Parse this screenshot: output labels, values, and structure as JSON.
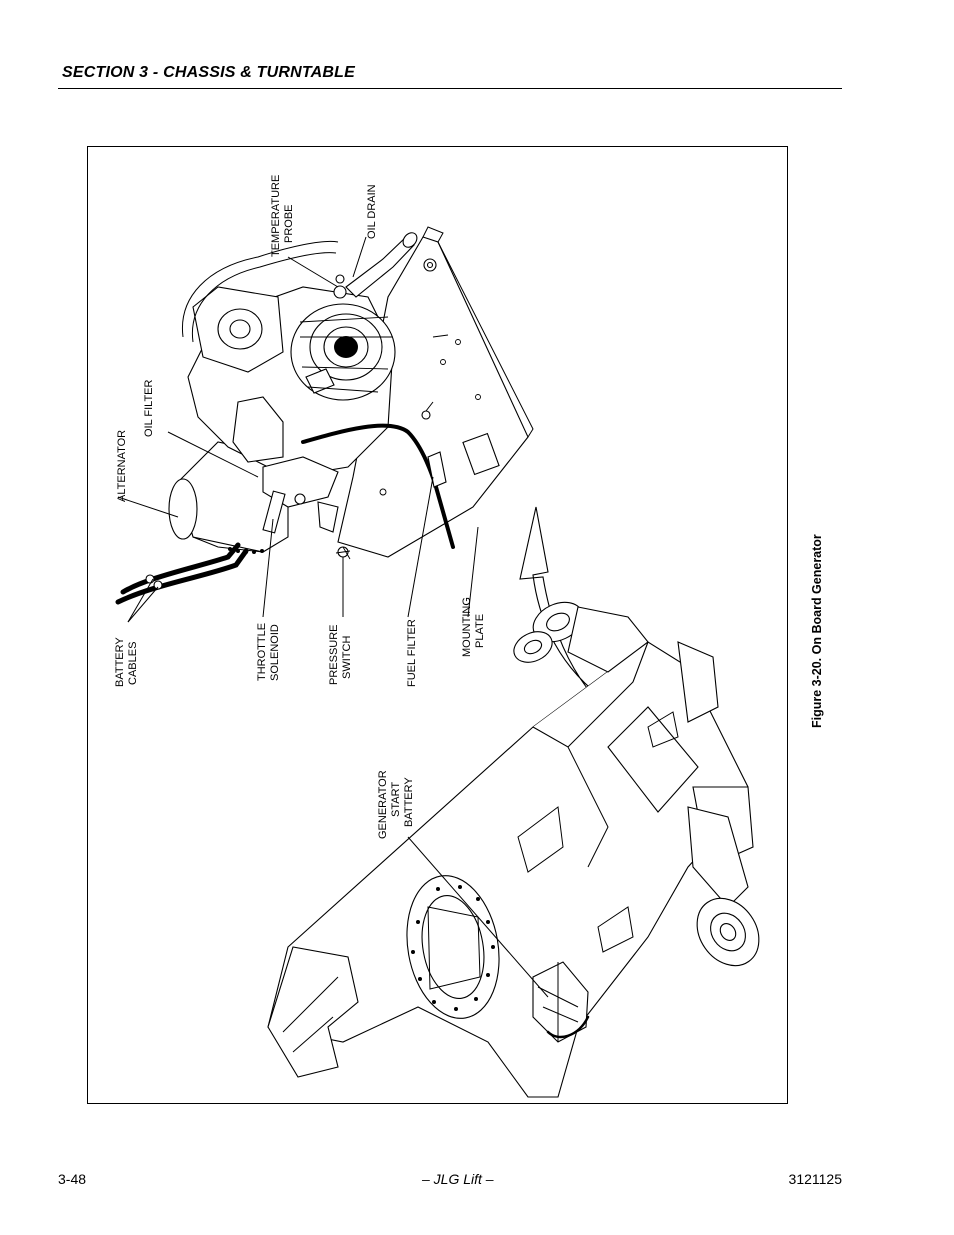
{
  "header": {
    "section_title": "SECTION 3 - CHASSIS & TURNTABLE"
  },
  "figure": {
    "caption": "Figure 3-20.  On Board Generator",
    "labels": {
      "temperature_probe": [
        "TEMPERATURE",
        "PROBE"
      ],
      "oil_drain": [
        "OIL DRAIN"
      ],
      "oil_filter": [
        "OIL FILTER"
      ],
      "alternator": [
        "ALTERNATOR"
      ],
      "battery_cables": [
        "BATTERY",
        "CABLES"
      ],
      "throttle_solenoid": [
        "THROTTLE",
        "SOLENOID"
      ],
      "pressure_switch": [
        "PRESSURE",
        "SWITCH"
      ],
      "fuel_filter": [
        "FUEL FILTER"
      ],
      "mounting_plate": [
        "MOUNTING",
        "PLATE"
      ],
      "generator_start_battery": [
        "GENERATOR",
        "START",
        "BATTERY"
      ]
    }
  },
  "footer": {
    "page_number": "3-48",
    "center_text": "– JLG Lift –",
    "doc_number": "3121125"
  }
}
